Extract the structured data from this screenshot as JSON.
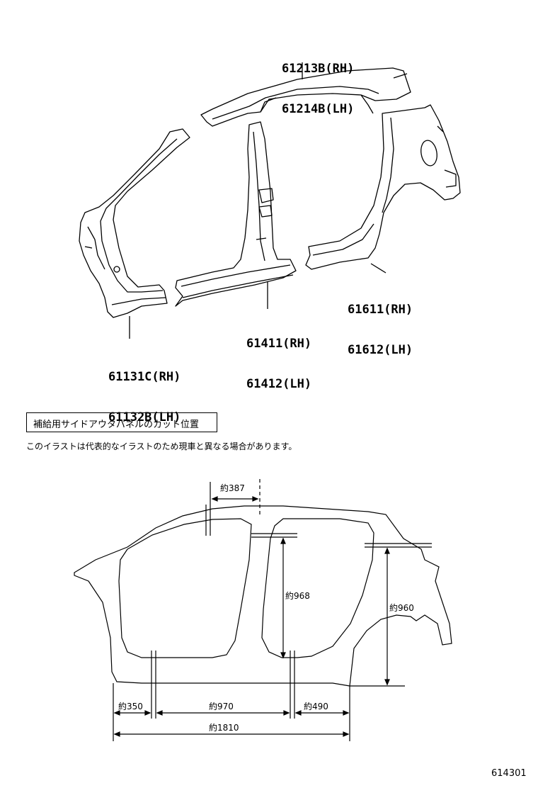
{
  "parts": [
    {
      "id": "roof-rail",
      "lines": [
        "61213B(RH)",
        "61214B(LH)"
      ]
    },
    {
      "id": "quarter-panel",
      "lines": [
        "61611(RH)",
        "61612(LH)"
      ]
    },
    {
      "id": "rocker",
      "lines": [
        "61411(RH)",
        "61412(LH)"
      ]
    },
    {
      "id": "front-pillar",
      "lines": [
        "61131C(RH)",
        "61132B(LH)"
      ]
    }
  ],
  "cut_section": {
    "title": "補給用サイドアウタパネルのカット位置",
    "note": "このイラストは代表的なイラストのため現車と異なる場合があります。"
  },
  "dimensions": {
    "d387": "約387",
    "d968": "約968",
    "d960": "約960",
    "d350": "約350",
    "d970": "約970",
    "d490": "約490",
    "d1810": "約1810"
  },
  "figure_code": "614301"
}
